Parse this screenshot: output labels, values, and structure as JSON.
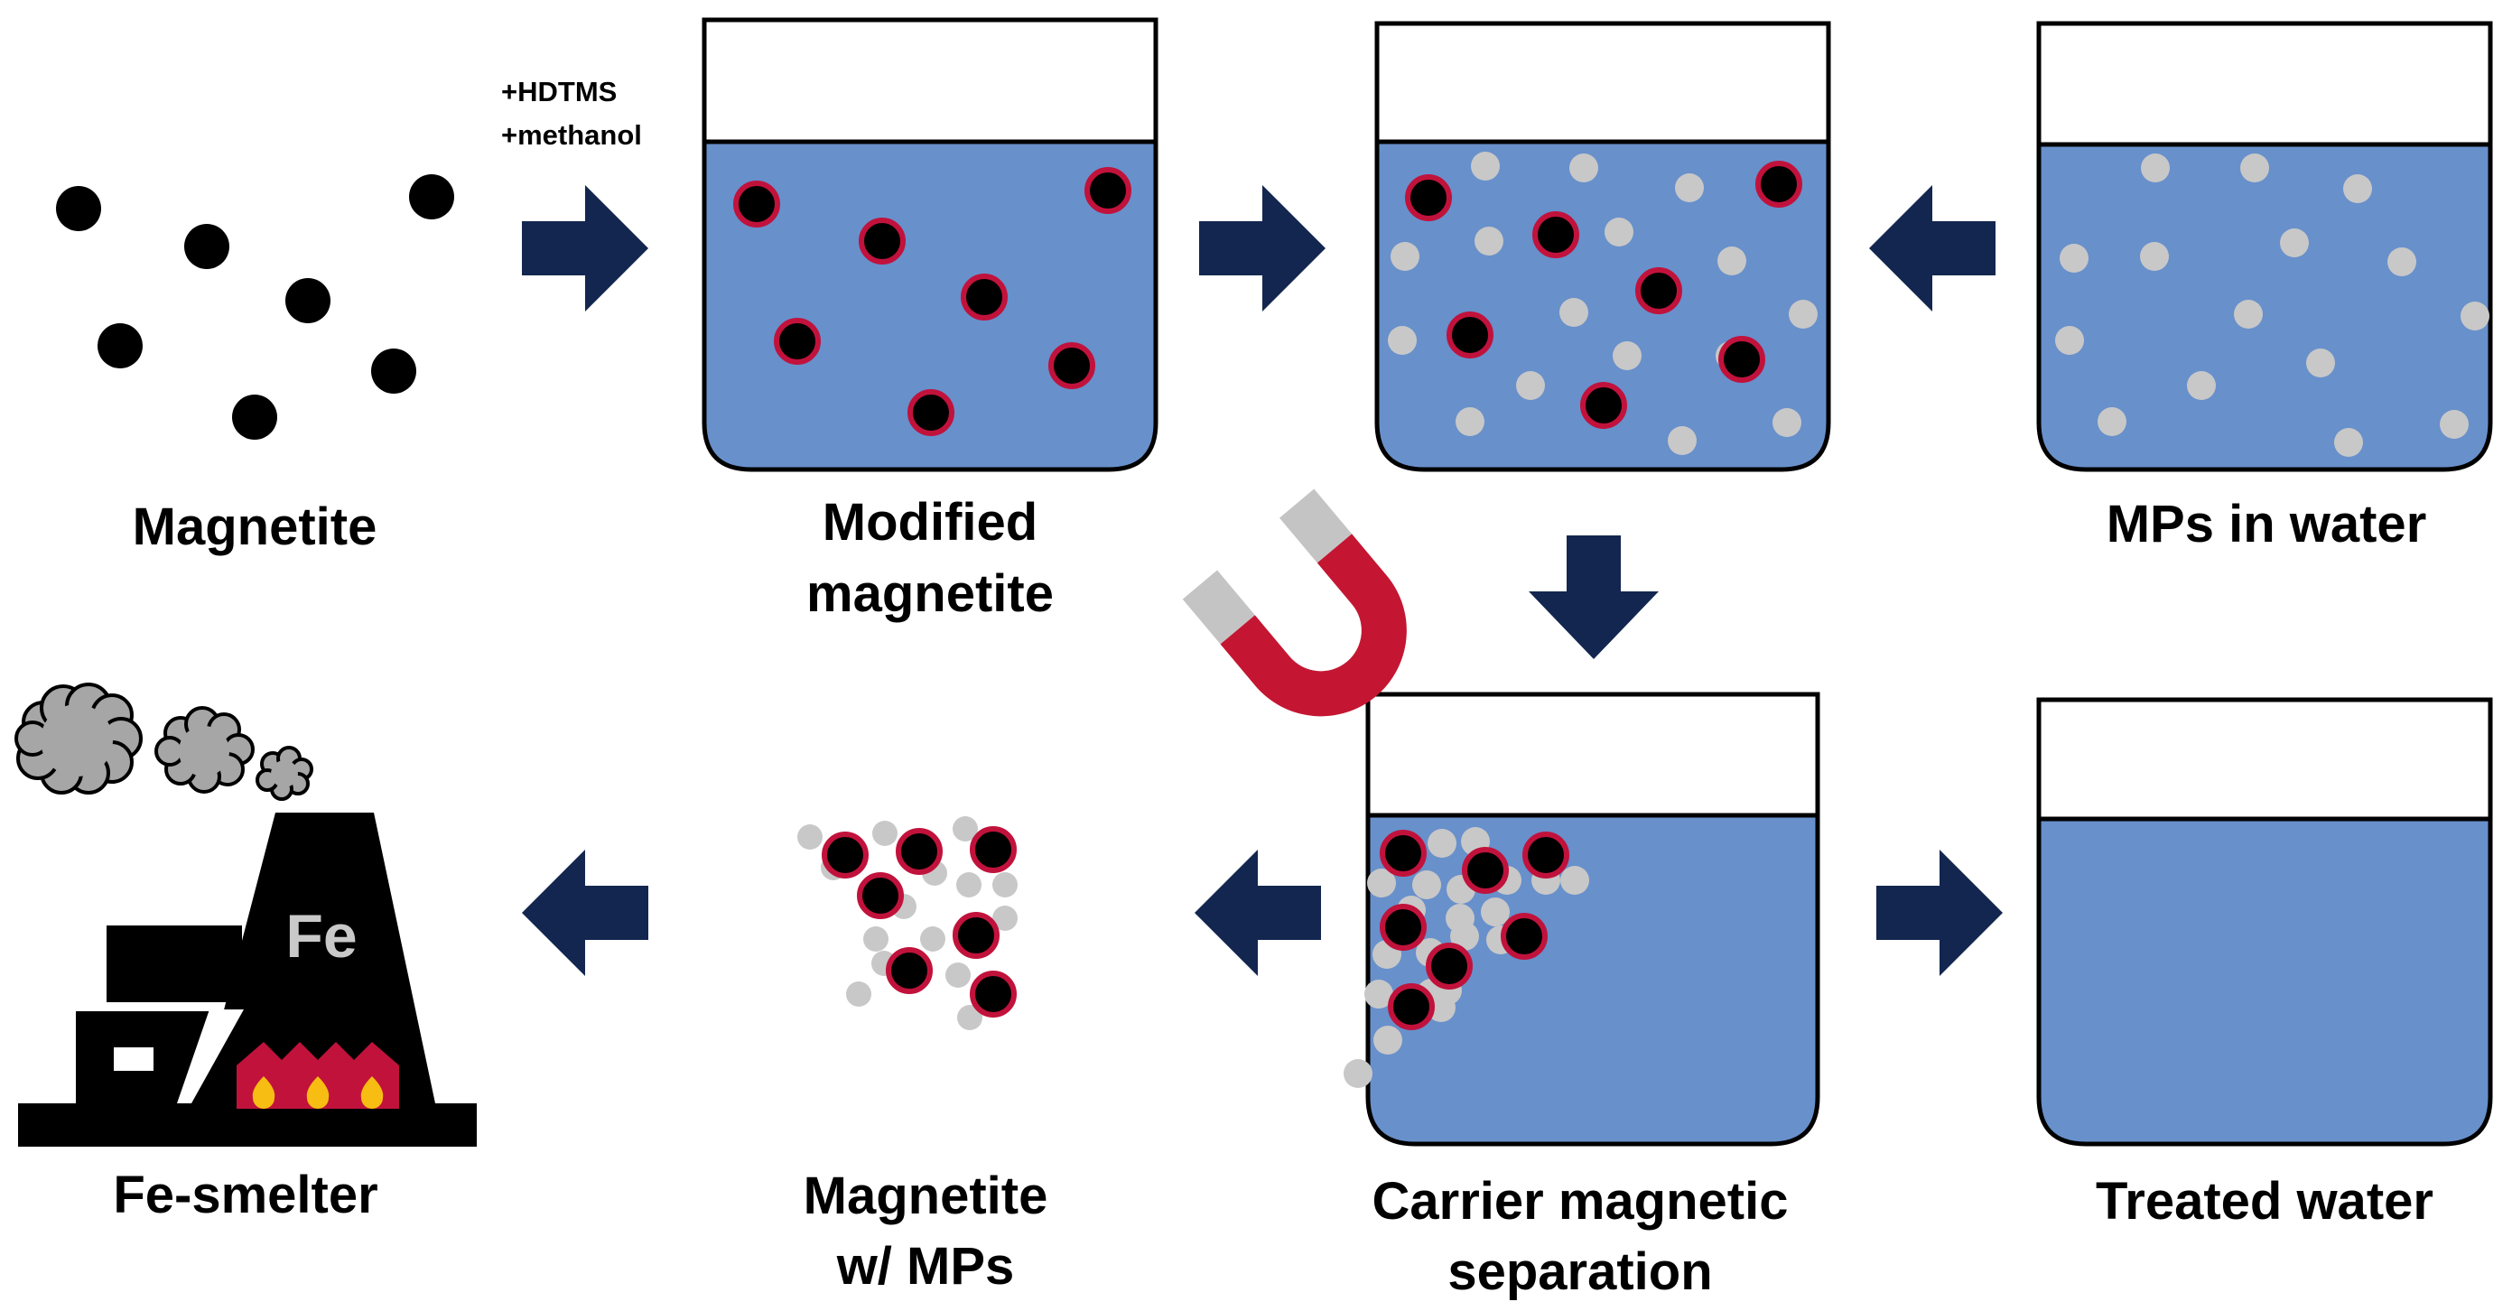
{
  "labels": {
    "magnetite": "Magnetite",
    "reagent_line1": "+HDTMS",
    "reagent_line2": "+methanol",
    "modified_line1": "Modified",
    "modified_line2": "magnetite",
    "mps_in_water": "MPs in water",
    "carrier_line1": "Carrier magnetic",
    "carrier_line2": "separation",
    "treated_water": "Treated water",
    "magnetite_mps_line1": "Magnetite",
    "magnetite_mps_line2": "w/ MPs",
    "smelter": "Fe-smelter",
    "fe_symbol": "Fe"
  },
  "colors": {
    "water": "#6890cb",
    "arrow": "#13264f",
    "particle_core": "#000000",
    "coating": "#c1123c",
    "microplastic": "#c8c8c8",
    "magnet_red": "#c41632",
    "magnet_pole": "#c4c4c4",
    "flame_red": "#c1123c",
    "flame_yellow": "#f7bd12",
    "smoke": "#a6a6a6"
  }
}
